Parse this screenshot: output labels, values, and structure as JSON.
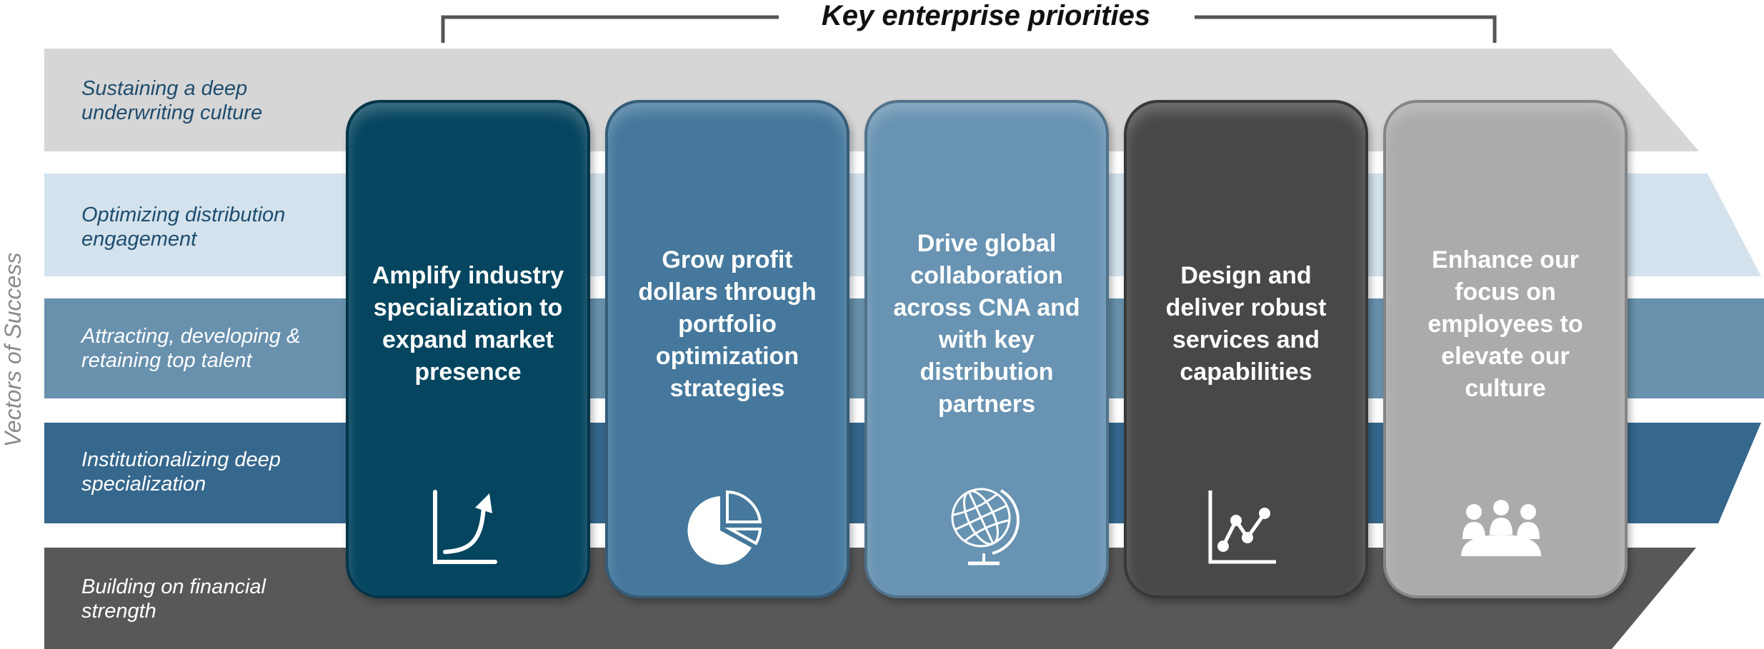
{
  "header": {
    "title": "Key enterprise priorities"
  },
  "side_label": "Vectors of Success",
  "bands": [
    {
      "label": "Sustaining a deep underwriting culture",
      "color": "#d6d6d6",
      "text_color": "#1f4d6e"
    },
    {
      "label": "Optimizing distribution engagement",
      "color": "#d3e2ed",
      "text_color": "#1f4d6e"
    },
    {
      "label": "Attracting, developing & retaining top talent",
      "color": "#6891ad",
      "text_color": "#ffffff"
    },
    {
      "label": "Institutionalizing deep specialization",
      "color": "#36678c",
      "text_color": "#ffffff"
    },
    {
      "label": "Building on financial strength",
      "color": "#585858",
      "text_color": "#ffffff"
    }
  ],
  "priorities": [
    {
      "label": "Amplify industry specialization to expand market presence",
      "color": "#05455f",
      "icon": "growth-curve-icon"
    },
    {
      "label": "Grow profit dollars through portfolio optimization strategies",
      "color": "#45789c",
      "icon": "pie-chart-icon"
    },
    {
      "label": "Drive global collaboration across CNA and with key distribution partners",
      "color": "#6893b2",
      "icon": "globe-icon"
    },
    {
      "label": "Design and deliver robust services and capabilities",
      "color": "#474848",
      "icon": "line-graph-icon"
    },
    {
      "label": "Enhance our focus on employees to elevate our culture",
      "color": "#ababab",
      "icon": "team-meeting-icon"
    }
  ]
}
